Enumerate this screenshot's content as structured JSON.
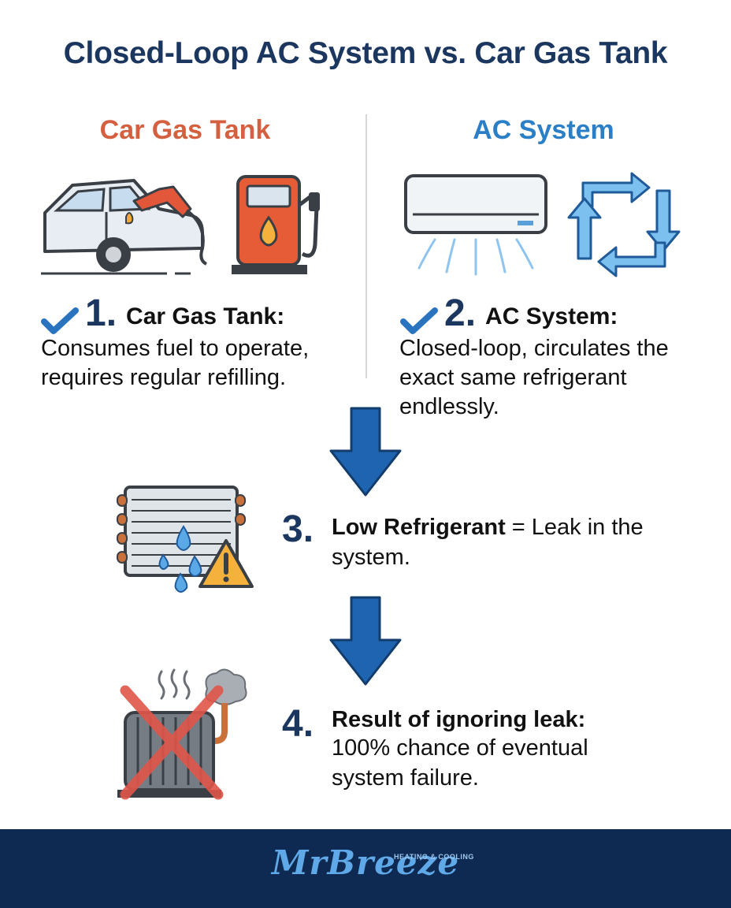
{
  "title": "Closed-Loop AC System vs. Car Gas Tank",
  "left_column": {
    "heading": "Car Gas Tank",
    "step_number": "1.",
    "step_title": "Car Gas Tank:",
    "description": "Consumes fuel to operate, requires regular refilling."
  },
  "right_column": {
    "heading": "AC System",
    "step_number": "2.",
    "step_title": "AC System:",
    "description": "Closed-loop, circulates the exact same refrigerant endlessly."
  },
  "step3": {
    "number": "3.",
    "bold": "Low Refrigerant",
    "rest": " = Leak in the system."
  },
  "step4": {
    "number": "4.",
    "title": "Result of ignoring leak:",
    "description": "100% chance of eventual system failure."
  },
  "footer": {
    "logo_text": "MrBreeze",
    "logo_tagline": "HEATING & COOLING"
  },
  "colors": {
    "navy": "#1b3760",
    "car_orange": "#d4603f",
    "ac_blue": "#2b7fc6",
    "arrow_blue": "#1f64b0",
    "footer_bg": "#0f2a52"
  },
  "icons": [
    "car-refuel-icon",
    "gas-pump-icon",
    "ac-unit-icon",
    "cycle-arrows-icon",
    "check-icon",
    "down-arrow-icon",
    "leaking-coil-icon",
    "warning-icon",
    "broken-compressor-icon"
  ]
}
